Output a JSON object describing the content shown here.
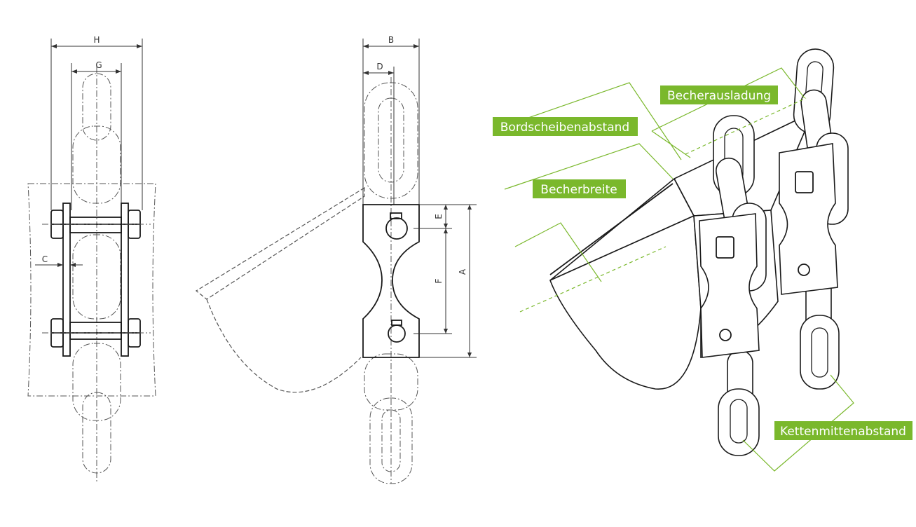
{
  "colors": {
    "accent": "#7ab82c",
    "line": "#1a1a1a",
    "construction": "#555555"
  },
  "front_view": {
    "dim_h": "H",
    "dim_g": "G",
    "dim_c": "C"
  },
  "side_view": {
    "dim_b": "B",
    "dim_d": "D",
    "dim_e": "E",
    "dim_f": "F",
    "dim_a": "A"
  },
  "iso_view": {
    "labels": {
      "bordscheibenabstand": "Bordscheibenabstand",
      "becherausladung": "Becherausladung",
      "becherbreite": "Becherbreite",
      "kettenmittenabstand": "Kettenmittenabstand"
    }
  }
}
